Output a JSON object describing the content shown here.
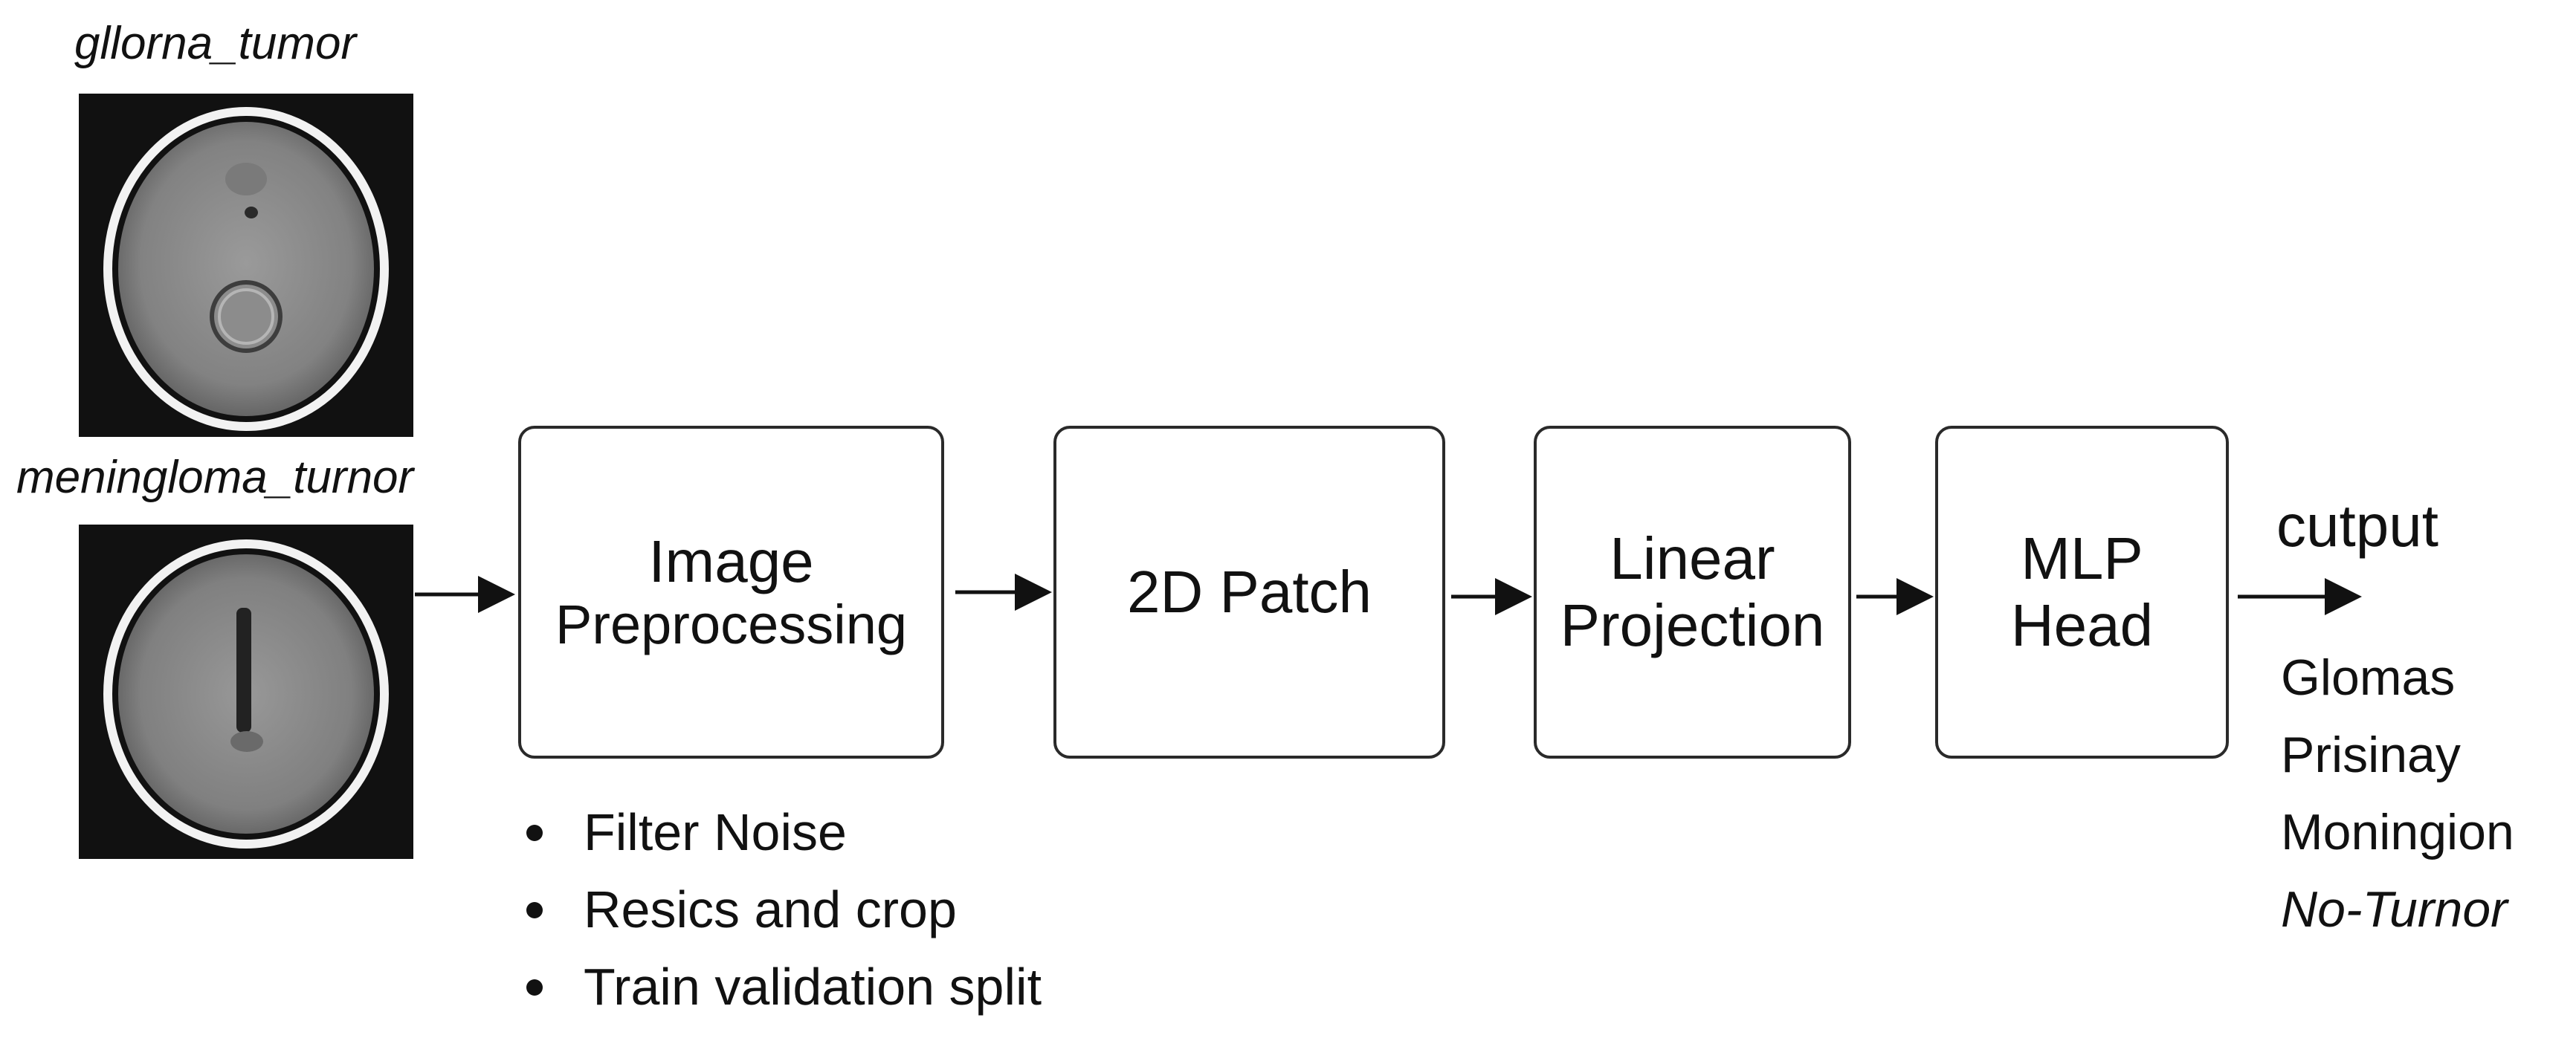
{
  "inputs": [
    {
      "label": "gllorna_tumor",
      "icon": "mri-scan-glioma-icon"
    },
    {
      "label": "meningloma_turnor",
      "icon": "mri-scan-meningioma-icon"
    }
  ],
  "stages": {
    "preprocessing": {
      "line1": "Image",
      "line2": "Preprocessing"
    },
    "patch": {
      "line1": "2D Patch"
    },
    "projection": {
      "line1": "Linear",
      "line2": "Projection"
    },
    "mlp": {
      "line1": "MLP",
      "line2": "Head"
    }
  },
  "preprocessing_steps": [
    "Filter Noise",
    "Resics and crop",
    "Train validation split"
  ],
  "output": {
    "title": "cutput",
    "classes": [
      "Glomas",
      "Prisinay",
      "Moningion",
      "No-Turnor"
    ]
  },
  "colors": {
    "stroke": "#2a2a2a",
    "text": "#111111",
    "scan_background": "#111111",
    "scan_tissue": "#8a8a8a"
  }
}
